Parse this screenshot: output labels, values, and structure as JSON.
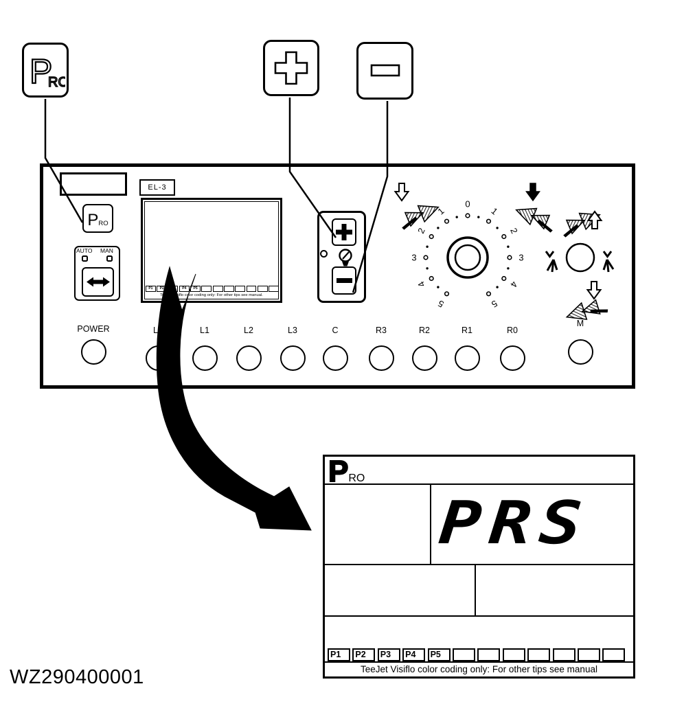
{
  "figure_id": "WZ290400001",
  "callouts": {
    "pro": {
      "main": "P",
      "sub": "RO"
    },
    "plus_icon": "plus-outline",
    "minus_icon": "minus-outline"
  },
  "panel": {
    "model_label": "EL-3",
    "pro_button": {
      "main": "P",
      "sub": "RO"
    },
    "mode_switch": {
      "auto_label": "AUTO",
      "man_label": "MAN",
      "icon": "left-right-double-arrow"
    },
    "rate_control": {
      "plus_icon": "plus",
      "minus_icon": "minus",
      "gauge_icon": "pressure-gauge"
    },
    "dial": {
      "top_label": "0",
      "left_labels": [
        "1",
        "2",
        "3",
        "4",
        "5"
      ],
      "right_labels": [
        "1",
        "2",
        "3",
        "4",
        "5"
      ]
    },
    "display": {
      "preset_tabs": [
        "P1",
        "P2",
        "P3",
        "P4",
        "P5",
        "",
        "",
        "",
        "",
        "",
        "",
        ""
      ],
      "footer_text": "TeeJet Visiflo color coding only: For other tips see manual."
    },
    "buttons": [
      "POWER",
      "L0",
      "L1",
      "L2",
      "L3",
      "C",
      "R3",
      "R2",
      "R1",
      "R0",
      "M"
    ],
    "icons": {
      "boom_fold": "striped-chevron-arrow",
      "nozzle": "spray-nozzle",
      "master": "master-switch-circle"
    }
  },
  "zoom_view": {
    "logo": {
      "main": "P",
      "sub": "RO"
    },
    "display_value": "PRS",
    "preset_tabs": [
      "P1",
      "P2",
      "P3",
      "P4",
      "P5",
      "",
      "",
      "",
      "",
      "",
      "",
      ""
    ],
    "footer_text": "TeeJet Visiflo color coding only: For other tips see manual"
  },
  "colors": {
    "ink": "#000000",
    "paper": "#ffffff"
  }
}
